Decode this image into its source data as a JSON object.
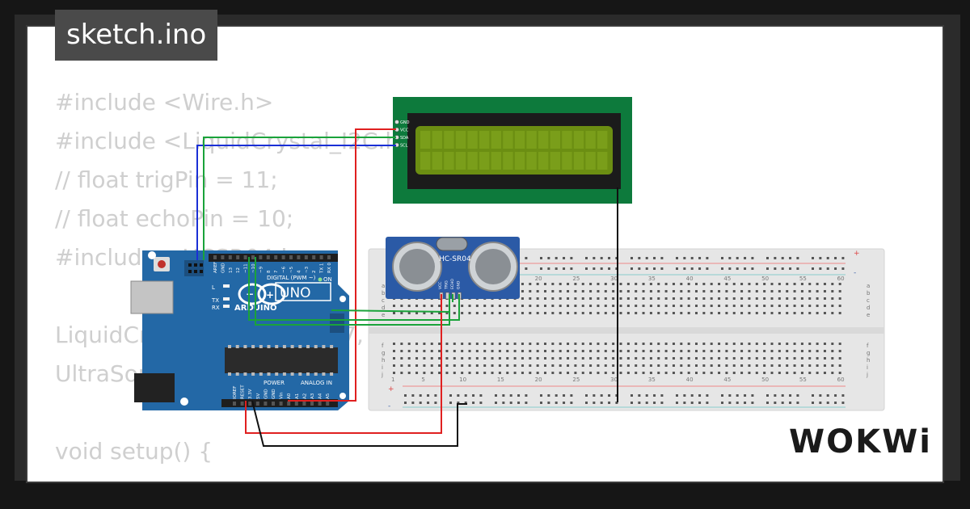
{
  "title": "sketch.ino",
  "code_lines": [
    "#include <Wire.h>",
    "#include <LiquidCrystal_I2C.h>",
    "// float trigPin = 11;",
    "// float echoPin = 10;",
    "#include <HCSR04.h>",
    "",
    "LiquidCrystal_I2C lcd(0x27, 16, 2);",
    "UltraSonicDistanceSensor",
    "",
    "void setup() {",
    "  // ..."
  ],
  "lcd": {
    "pins": [
      "GND",
      "VCC",
      "SDA",
      "SCL"
    ],
    "color": "#0d7a3c",
    "screen_color": "#6b8e12"
  },
  "arduino": {
    "brand": "ARDUINO",
    "model": "UNO",
    "on_label": "ON",
    "digital_label": "DIGITAL (PWM ~)",
    "power_label": "POWER",
    "analog_label": "ANALOG IN",
    "left_labels": [
      "L",
      "TX",
      "RX"
    ],
    "top_pins": [
      "AREF",
      "GND",
      "13",
      "12",
      "~11",
      "~10",
      "~9",
      "8",
      "7",
      "~6",
      "~5",
      "4",
      "~3",
      "2",
      "TX 1",
      "RX 0"
    ],
    "bottom_pins": [
      "IOREF",
      "RESET",
      "3.3V",
      "5V",
      "GND",
      "GND",
      "Vin",
      "A0",
      "A1",
      "A2",
      "A3",
      "A4",
      "A5"
    ],
    "board_color": "#2368a6"
  },
  "sensor": {
    "label": "HC-SR04",
    "pins": [
      "VCC",
      "TRIG",
      "ECHO",
      "GND"
    ],
    "color": "#2b5aa6"
  },
  "breadboard": {
    "column_numbers": [
      "1",
      "5",
      "10",
      "15",
      "20",
      "25",
      "30",
      "35",
      "40",
      "45",
      "50",
      "55",
      "60"
    ],
    "row_letters_top": [
      "a",
      "b",
      "c",
      "d",
      "e"
    ],
    "row_letters_bottom": [
      "f",
      "g",
      "h",
      "i",
      "j"
    ],
    "plus": "+",
    "minus": "-"
  },
  "wires": {
    "vcc": "#e02020",
    "gnd": "#111111",
    "sda": "#1aa33a",
    "scl": "#1a2fd6",
    "trig": "#1aa33a"
  },
  "logo": "WOKWi"
}
